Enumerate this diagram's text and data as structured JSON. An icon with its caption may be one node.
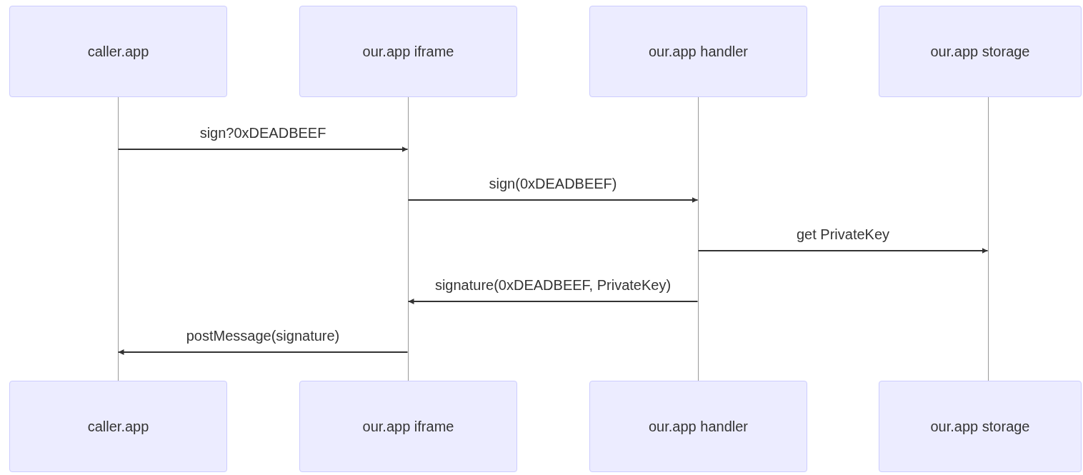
{
  "diagram": {
    "nodes": [
      {
        "text": [
          "caller.app"
        ]
      },
      {
        "text": [
          "our.app iframe"
        ]
      },
      {
        "text": [
          "our.app handler"
        ]
      },
      {
        "text": [
          "our.app storage"
        ]
      },
      {
        "text": [],
        "shape": "bar"
      },
      {
        "text": [],
        "shape": "bar"
      },
      {
        "text": [],
        "shape": "bar"
      },
      {
        "text": [],
        "shape": "bar"
      },
      {
        "text": [
          "caller.app"
        ]
      },
      {
        "text": [
          "our.app iframe"
        ]
      },
      {
        "text": [
          "our.app handler"
        ]
      },
      {
        "text": [
          "our.app storage"
        ]
      }
    ],
    "edges": [
      {
        "from": 4,
        "to": 5,
        "arrow": "to",
        "label": "sign?0xDEADBEEF"
      },
      {
        "from": 5,
        "to": 6,
        "arrow": "to",
        "label": "sign(0xDEADBEEF)"
      },
      {
        "from": 6,
        "to": 7,
        "arrow": "to",
        "label": "get PrivateKey"
      },
      {
        "from": 6,
        "to": 5,
        "arrow": "to",
        "label": "signature(0xDEADBEEF, PrivateKey)"
      },
      {
        "from": 5,
        "to": 4,
        "arrow": "to",
        "label": "postMessage(signature)"
      }
    ]
  }
}
